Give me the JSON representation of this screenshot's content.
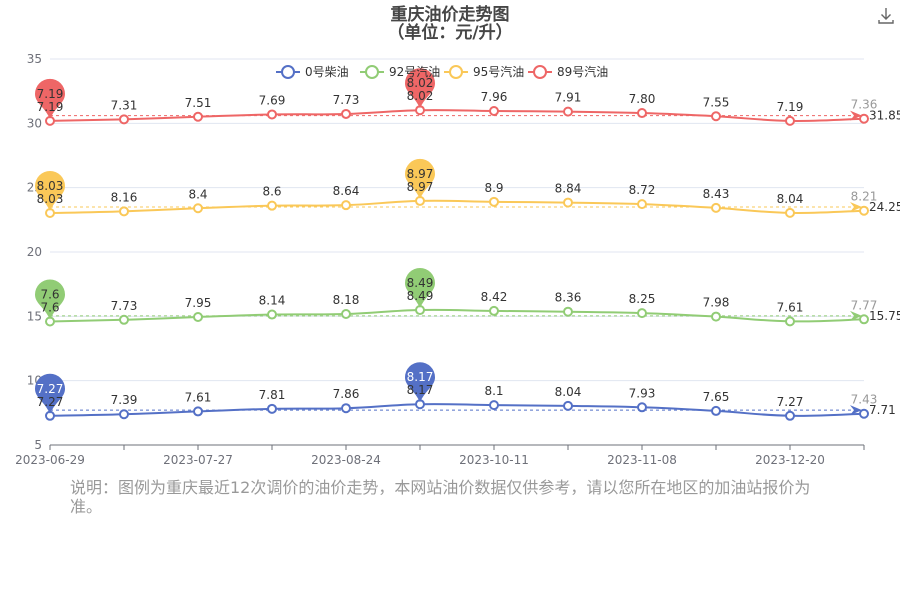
{
  "chart_data": {
    "type": "line",
    "title": "重庆油价走势图",
    "subtitle": "（单位：元/升）",
    "x": [
      "2023-06-29",
      "",
      "2023-07-27",
      "",
      "2023-08-24",
      "",
      "2023-10-11",
      "",
      "2023-11-08",
      "",
      "2023-12-20",
      ""
    ],
    "x_tick_labels": [
      "2023-06-29",
      "2023-07-27",
      "2023-08-24",
      "2023-10-11",
      "2023-11-08",
      "2023-12-20"
    ],
    "y_ticks": [
      "5",
      "10",
      "15",
      "20",
      "25",
      "30",
      "35"
    ],
    "ylim": [
      5,
      35
    ],
    "grid": true,
    "legend_position": "top",
    "series": [
      {
        "name": "0号柴油",
        "color": "#5470c6",
        "offset": 0,
        "values": [
          7.27,
          7.39,
          7.61,
          7.81,
          7.86,
          8.17,
          8.1,
          8.04,
          7.93,
          7.65,
          7.27,
          7.43
        ],
        "labels": [
          "7.27",
          "7.39",
          "7.61",
          "7.81",
          "7.86",
          "8.17",
          "8.1",
          "8.04",
          "7.93",
          "7.65",
          "7.27",
          "7.43"
        ],
        "max_label": "8.17",
        "min_label": "7.27",
        "avg_label": "7.71"
      },
      {
        "name": "92号汽油",
        "color": "#91cc75",
        "offset": 7.0,
        "values": [
          7.6,
          7.73,
          7.95,
          8.14,
          8.18,
          8.49,
          8.42,
          8.36,
          8.25,
          7.98,
          7.61,
          7.77
        ],
        "labels": [
          "7.6",
          "7.73",
          "7.95",
          "8.14",
          "8.18",
          "8.49",
          "8.42",
          "8.36",
          "8.25",
          "7.98",
          "7.61",
          "7.77"
        ],
        "max_label": "8.49",
        "min_label": "7.6",
        "avg_label": "15.75"
      },
      {
        "name": "95号汽油",
        "color": "#fac858",
        "offset": 15.0,
        "values": [
          8.03,
          8.16,
          8.4,
          8.6,
          8.64,
          8.97,
          8.9,
          8.84,
          8.72,
          8.43,
          8.04,
          8.21
        ],
        "labels": [
          "8.03",
          "8.16",
          "8.4",
          "8.6",
          "8.64",
          "8.97",
          "8.9",
          "8.84",
          "8.72",
          "8.43",
          "8.04",
          "8.21"
        ],
        "max_label": "8.97",
        "min_label": "8.03",
        "avg_label": "24.25"
      },
      {
        "name": "89号汽油",
        "color": "#ee6666",
        "offset": 23.0,
        "values": [
          7.19,
          7.31,
          7.51,
          7.69,
          7.73,
          8.02,
          7.96,
          7.91,
          7.8,
          7.55,
          7.19,
          7.36
        ],
        "labels": [
          "7.19",
          "7.31",
          "7.51",
          "7.69",
          "7.73",
          "8.02",
          "7.96",
          "7.91",
          "7.80",
          "7.55",
          "7.19",
          "7.36"
        ],
        "max_label": "8.02",
        "min_label": "7.19",
        "avg_label": "31.85"
      }
    ]
  },
  "note": "说明：图例为重庆最近12次调价的油价走势，本网站油价数据仅供参考，请以您所在地区的加油站报价为准。",
  "toolbar": {
    "download_icon": "download-icon"
  }
}
